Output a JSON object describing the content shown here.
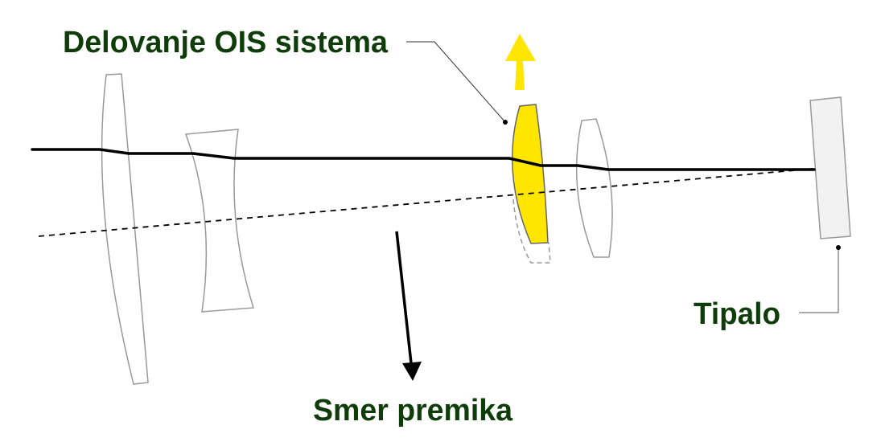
{
  "labels": {
    "title": "Delovanje OIS sistema",
    "sensor": "Tipalo",
    "shift_direction": "Smer premika"
  },
  "colors": {
    "text": "#0f3d0a",
    "ois_lens": "#ffe600",
    "lens_outline": "#999999",
    "sensor_fill": "#f2f2f2",
    "ray": "#000000"
  }
}
